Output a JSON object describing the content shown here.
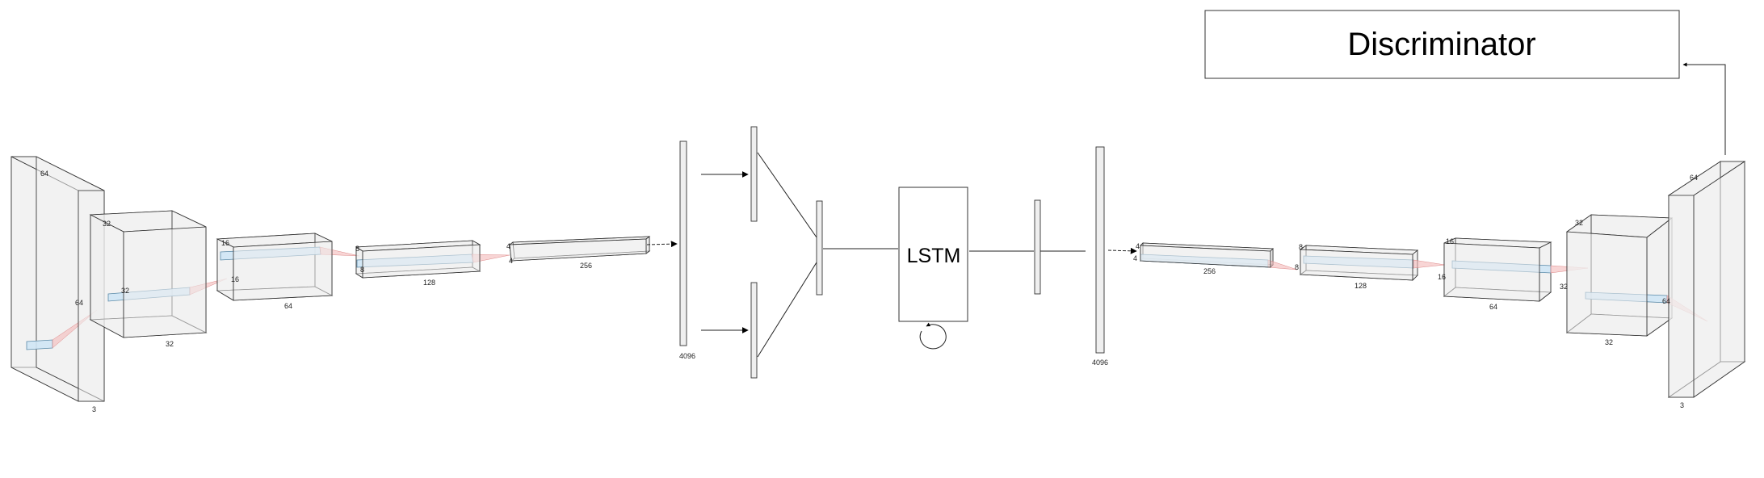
{
  "discriminator": {
    "label": "Discriminator"
  },
  "lstm": {
    "label": "LSTM"
  },
  "encoder": {
    "block1": {
      "height": "64",
      "width": "64",
      "channels": "3"
    },
    "block2": {
      "top": "32",
      "kernel": "32",
      "bottom": "32"
    },
    "block3": {
      "top": "16",
      "side": "16",
      "bottom": "64"
    },
    "block4": {
      "top": "8",
      "side": "8",
      "bottom": "128"
    },
    "block5": {
      "top": "4",
      "side": "4",
      "bottom": "256"
    },
    "flat": "4096"
  },
  "decoder": {
    "flat": "4096",
    "block1": {
      "top": "4",
      "side": "4",
      "bottom": "256",
      "next": "8"
    },
    "block2": {
      "top": "8",
      "bottom": "128"
    },
    "block3": {
      "top": "16",
      "side": "16",
      "bottom": "64"
    },
    "block4": {
      "top": "32",
      "side": "32",
      "bottom": "32",
      "kernel": "64"
    },
    "block5": {
      "height": "64",
      "channels": "3"
    }
  },
  "colors": {
    "kernel": "#cfe6f5",
    "cone": "#f3b9b9",
    "box": "#eeeeee"
  }
}
